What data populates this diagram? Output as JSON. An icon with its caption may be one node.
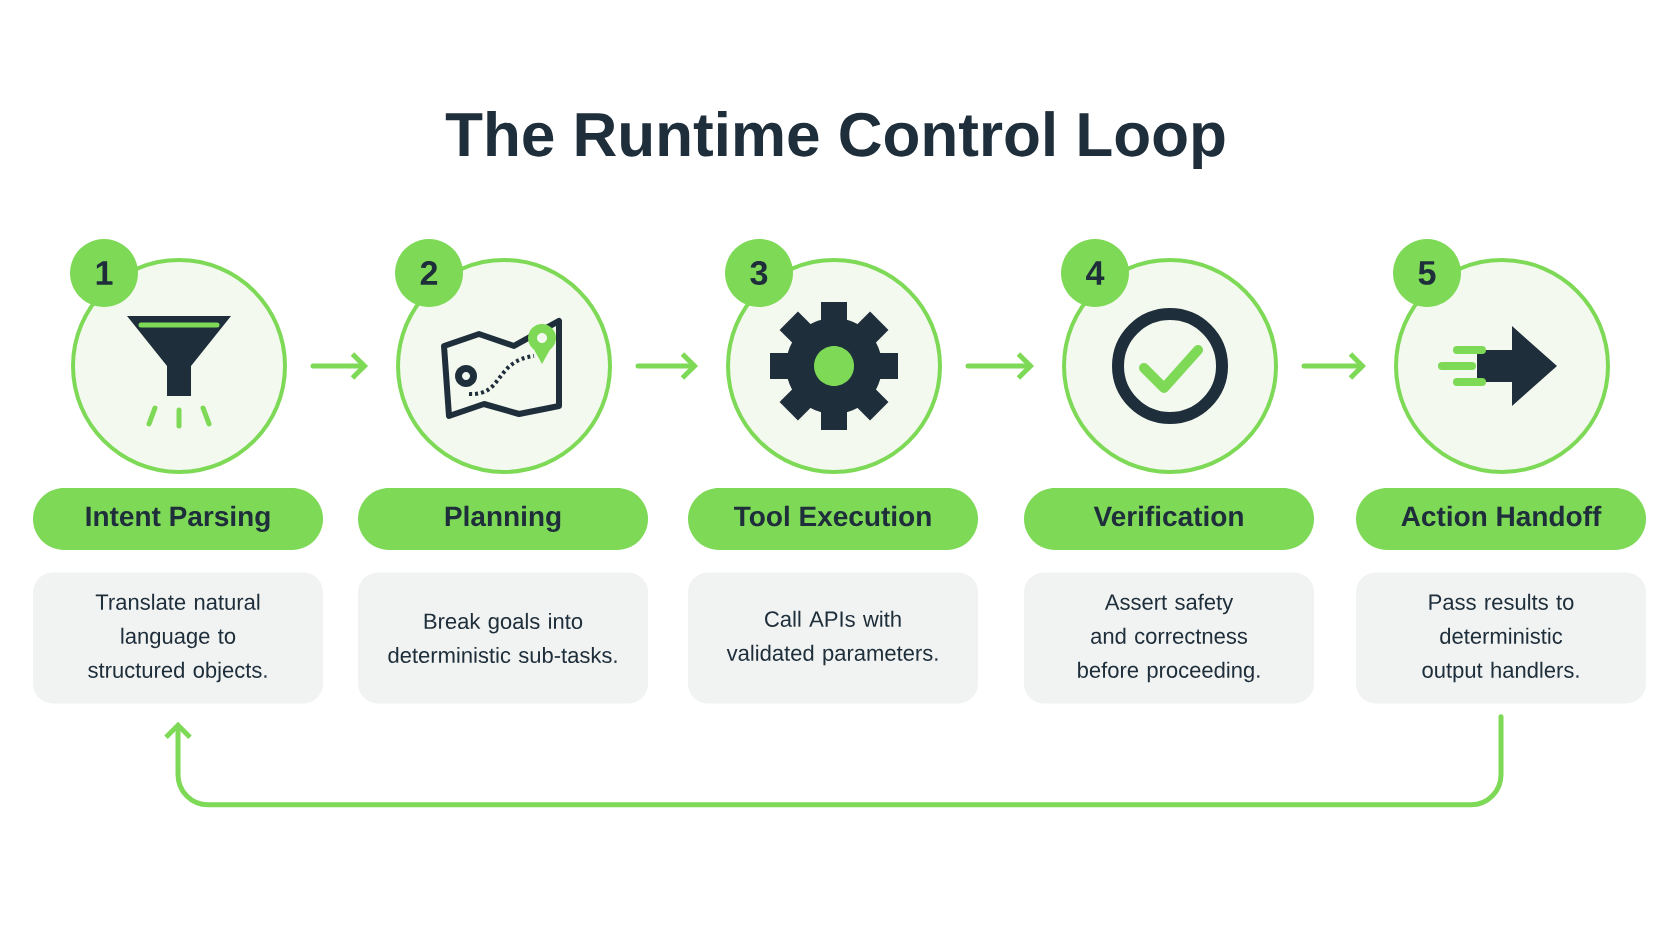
{
  "diagram": {
    "title": "The Runtime Control Loop",
    "nodes": [
      {
        "text": [
          "1"
        ]
      },
      {
        "text": [],
        "shape": "circle"
      },
      {
        "text": [
          "Intent Parsing"
        ]
      },
      {
        "text": [
          "Translate natural language to structured objects."
        ]
      },
      {
        "text": [
          "2"
        ]
      },
      {
        "text": [],
        "shape": "circle"
      },
      {
        "text": [
          "Planning"
        ]
      },
      {
        "text": [
          "Break goals into deterministic sub-tasks."
        ]
      },
      {
        "text": [
          "3"
        ]
      },
      {
        "text": [],
        "shape": "circle"
      },
      {
        "text": [
          "Tool Execution"
        ]
      },
      {
        "text": [
          "Call APIs with validated parameters."
        ]
      },
      {
        "text": [
          "4"
        ]
      },
      {
        "text": [],
        "shape": "circle"
      },
      {
        "text": [
          "Verification"
        ]
      },
      {
        "text": [
          "Assert safety and correctness before proceeding."
        ]
      },
      {
        "text": [
          "5"
        ]
      },
      {
        "text": [],
        "shape": "circle"
      },
      {
        "text": [
          "Action Handoff"
        ]
      },
      {
        "text": [
          "Pass results to deterministic output handlers."
        ]
      }
    ],
    "edges": [
      {
        "from": 1,
        "to": 5,
        "arrow": "to"
      },
      {
        "from": 5,
        "to": 9,
        "arrow": "to"
      },
      {
        "from": 9,
        "to": 13,
        "arrow": "to"
      },
      {
        "from": 13,
        "to": 17,
        "arrow": "to"
      },
      {
        "from": 19,
        "to": 3,
        "arrow": "to"
      }
    ]
  }
}
